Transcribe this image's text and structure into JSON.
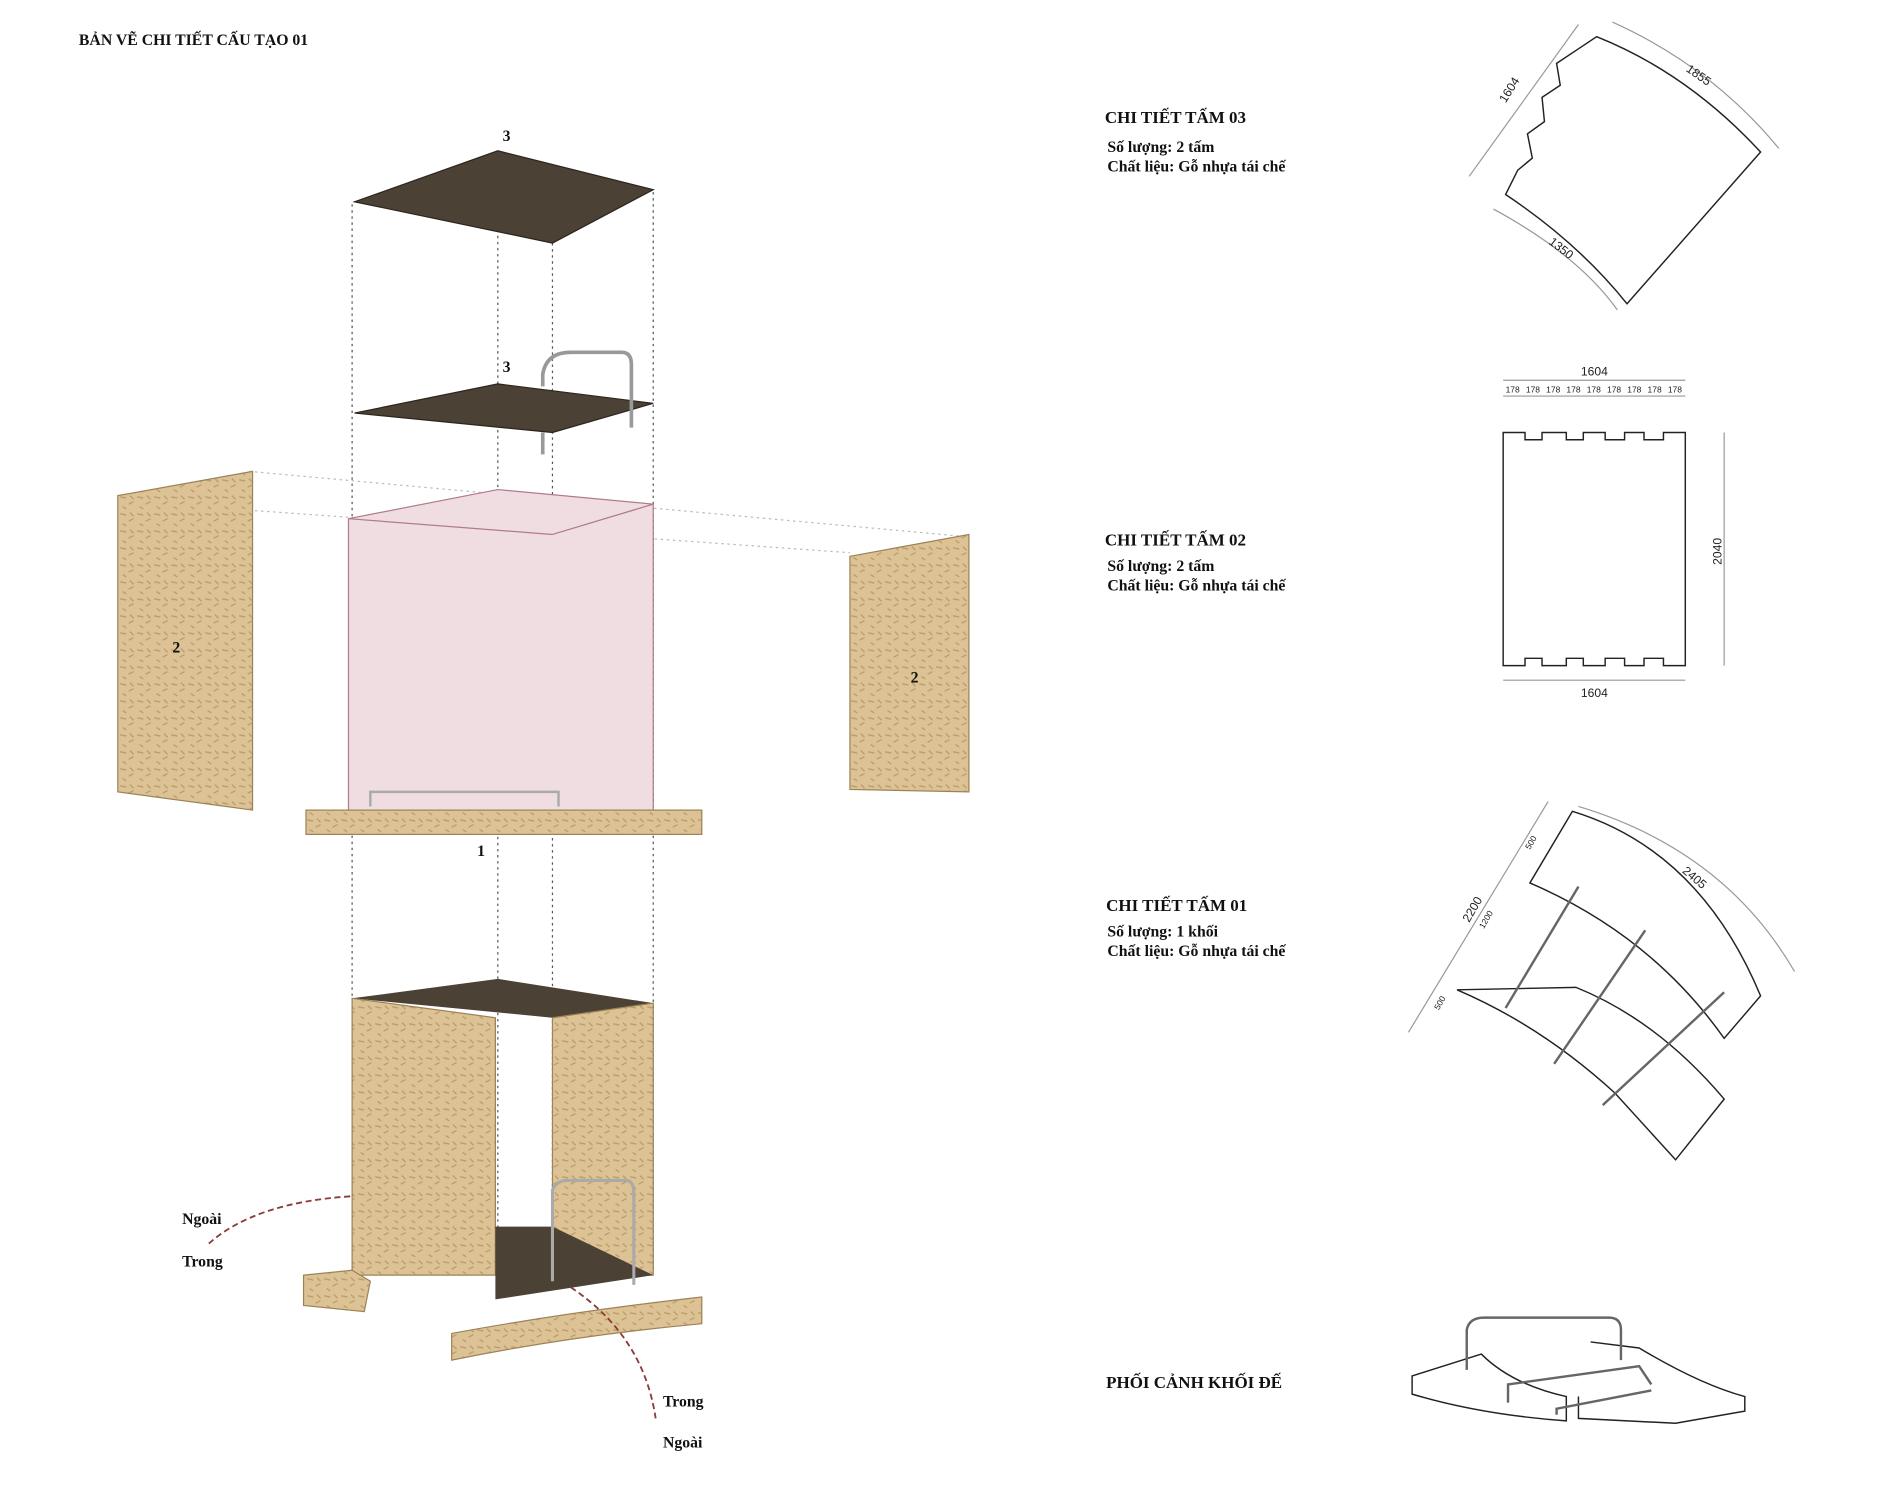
{
  "title": "BẢN VẼ CHI TIẾT CẤU TẠO 01",
  "exploded_view": {
    "labels": {
      "top_panel": "3",
      "mid_panel": "3",
      "left_wall": "2",
      "right_wall": "2",
      "base": "1"
    },
    "direction_left": {
      "outside": "Ngoài",
      "inside": "Trong"
    },
    "direction_bottom": {
      "inside": "Trong",
      "outside": "Ngoài"
    }
  },
  "details": [
    {
      "title": "CHI TIẾT TẤM 03",
      "quantity": "Số lượng: 2 tấm",
      "material": "Chất liệu: Gỗ nhựa tái chế",
      "dims": {
        "side": "1604",
        "outer_arc": "1855",
        "inner_arc": "1350"
      }
    },
    {
      "title": "CHI TIẾT TẤM 02",
      "quantity": "Số lượng: 2 tấm",
      "material": "Chất liệu: Gỗ nhựa tái chế",
      "dims": {
        "top": "1604",
        "segments": [
          "178",
          "178",
          "178",
          "178",
          "178",
          "178",
          "178",
          "178",
          "178"
        ],
        "height": "2040",
        "bottom": "1604"
      }
    },
    {
      "title": "CHI TIẾT TẤM 01",
      "quantity": "Số lượng: 1 khối",
      "material": "Chất liệu: Gỗ nhựa tái chế",
      "dims": {
        "total": "2200",
        "end_a": "500",
        "middle": "1200",
        "end_b": "500",
        "arc": "2405"
      }
    }
  ],
  "perspective_title": "PHỐI CẢNH KHỐI ĐẾ",
  "colors": {
    "wood": "#d9bf8f",
    "dark_panel": "#4b4135",
    "pink_volume": "#f0dde2",
    "direction_arrow": "#8a3b3b"
  }
}
